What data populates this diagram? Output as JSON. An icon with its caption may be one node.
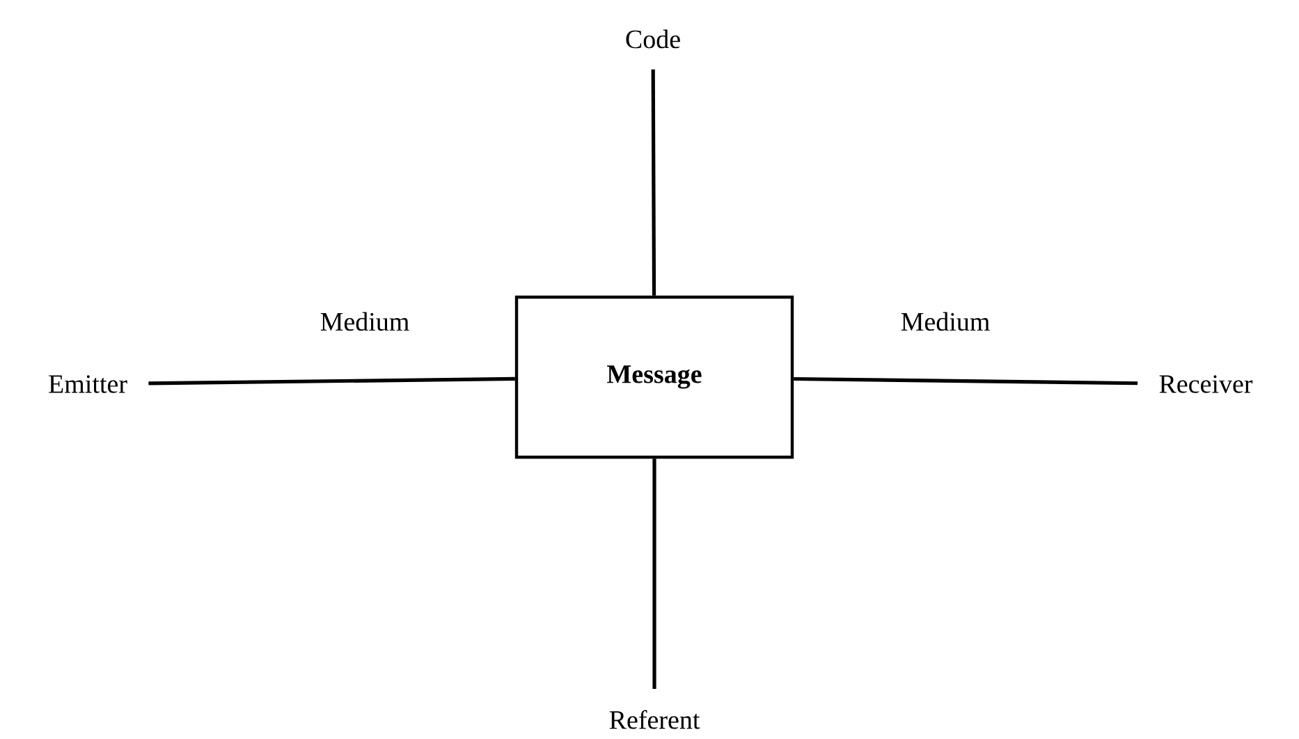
{
  "diagram": {
    "nodes": [
      {
        "text": [
          "Code"
        ]
      },
      {
        "text": [
          "Emitter"
        ]
      },
      {
        "text": [
          "Message"
        ]
      },
      {
        "text": [
          "Receiver"
        ]
      },
      {
        "text": [
          "Referent"
        ]
      }
    ],
    "edges": [
      {
        "from": 0,
        "to": 2,
        "arrow": "none"
      },
      {
        "from": 1,
        "to": 2,
        "arrow": "none",
        "label": "Medium"
      },
      {
        "from": 2,
        "to": 3,
        "arrow": "none",
        "label": "Medium"
      },
      {
        "from": 2,
        "to": 4,
        "arrow": "none"
      }
    ]
  }
}
